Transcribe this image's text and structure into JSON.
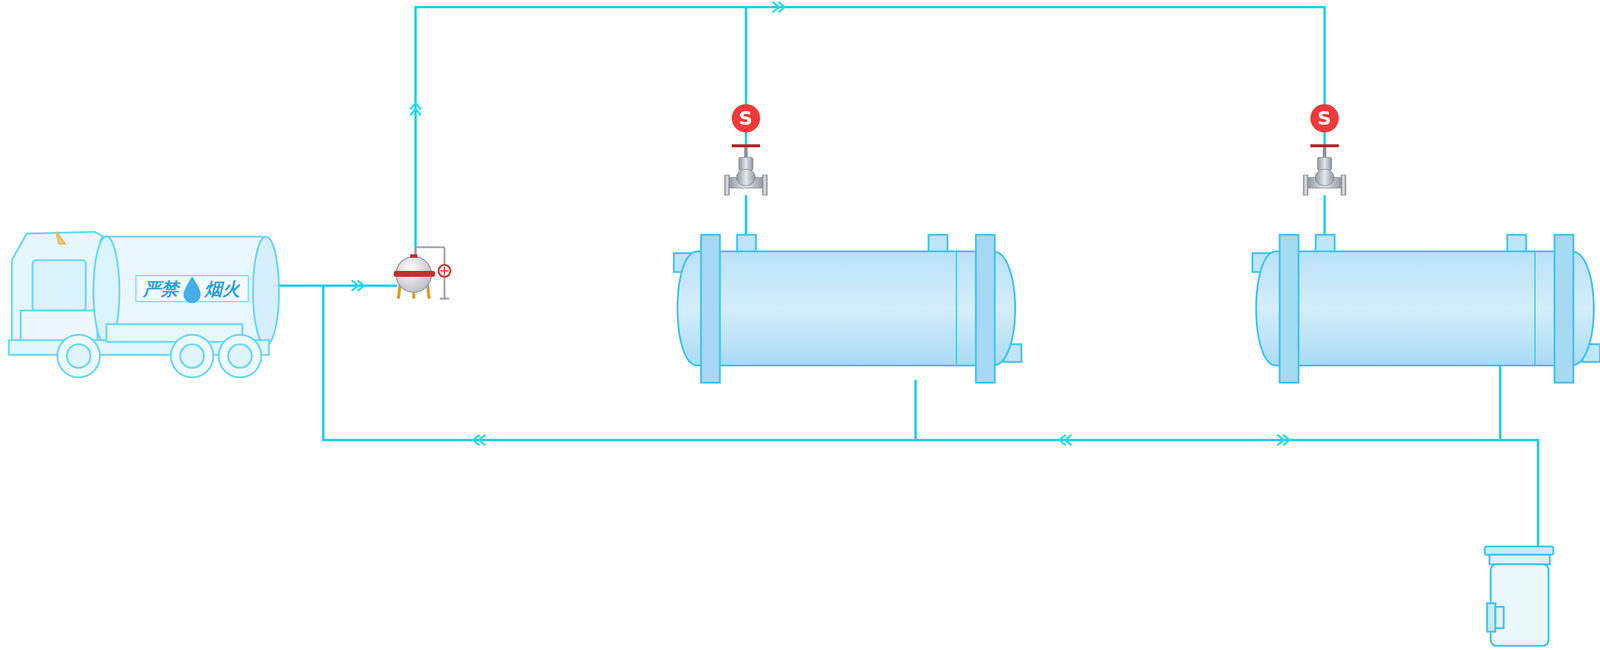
{
  "diagram": {
    "labels": [
      "严禁",
      "烟火",
      "S",
      "S"
    ]
  }
}
